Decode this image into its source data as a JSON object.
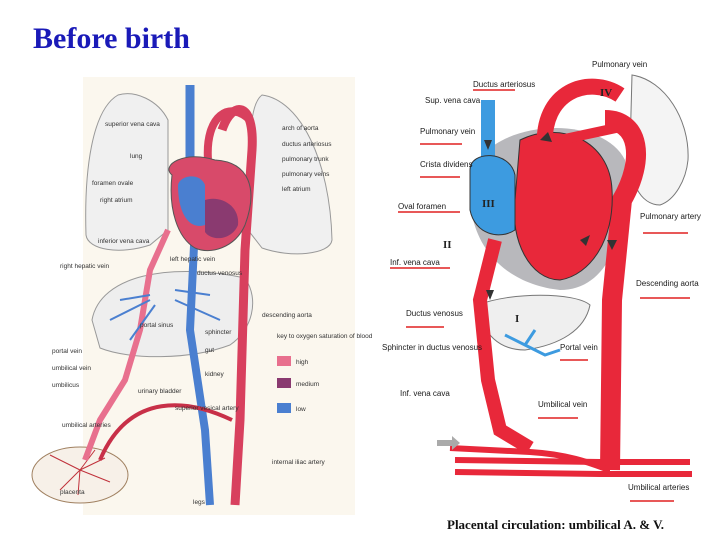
{
  "slide": {
    "title": "Before birth",
    "caption": "Placental circulation: umbilical A. & V."
  },
  "left_diagram": {
    "labels": {
      "superior_vena_cava": "superior vena cava",
      "lung": "lung",
      "foramen_ovale": "foramen ovale",
      "right_atrium": "right atrium",
      "inferior_vena_cava": "inferior vena cava",
      "right_hepatic_vein": "right hepatic vein",
      "portal_vein": "portal vein",
      "umbilical_vein": "umbilical vein",
      "umbilicus": "umbilicus",
      "umbilical_arteries": "umbilical arteries",
      "placenta": "placenta",
      "arch_of_aorta": "arch of aorta",
      "ductus_arteriosus": "ductus arteriosus",
      "pulmonary_trunk": "pulmonary trunk",
      "pulmonary_veins": "pulmonary veins",
      "left_atrium": "left atrium",
      "left_hepatic_vein": "left hepatic vein",
      "ductus_venosus": "ductus venosus",
      "portal_sinus": "portal sinus",
      "sphincter": "sphincter",
      "gut": "gut",
      "kidney": "kidney",
      "urinary_bladder": "urinary bladder",
      "superior_vesical_artery": "superior vesical artery",
      "descending_aorta": "descending aorta",
      "internal_iliac_artery": "internal iliac artery",
      "legs": "legs"
    },
    "key": {
      "title": "key to oxygen saturation of blood",
      "items": [
        {
          "label": "high",
          "color": "#e8708e"
        },
        {
          "label": "medium",
          "color": "#8a3a70"
        },
        {
          "label": "low",
          "color": "#4a7fd0"
        }
      ]
    }
  },
  "right_diagram": {
    "labels": {
      "ductus_arteriosus": "Ductus arteriosus",
      "sup_vena_cava": "Sup. vena cava",
      "pulmonary_vein_left": "Pulmonary vein",
      "pulmonary_vein_top": "Pulmonary vein",
      "crista_dividens": "Crista dividens",
      "oval_foramen": "Oval foramen",
      "pulmonary_artery": "Pulmonary artery",
      "inf_vena_cava": "Inf. vena cava",
      "descending_aorta": "Descending aorta",
      "ductus_venosus": "Ductus venosus",
      "sphincter": "Sphincter in ductus venosus",
      "portal_vein": "Portal vein",
      "inf_vena_cava_2": "Inf. vena cava",
      "umbilical_vein": "Umbilical vein",
      "umbilical_arteries": "Umbilical arteries"
    },
    "roman": {
      "iv": "IV",
      "iii": "III",
      "ii": "II",
      "i": "I"
    }
  },
  "colors": {
    "title": "#1a1ab8",
    "artery_red": "#e8283a",
    "vein_blue": "#3d9be0",
    "underline_red": "#e02020"
  }
}
